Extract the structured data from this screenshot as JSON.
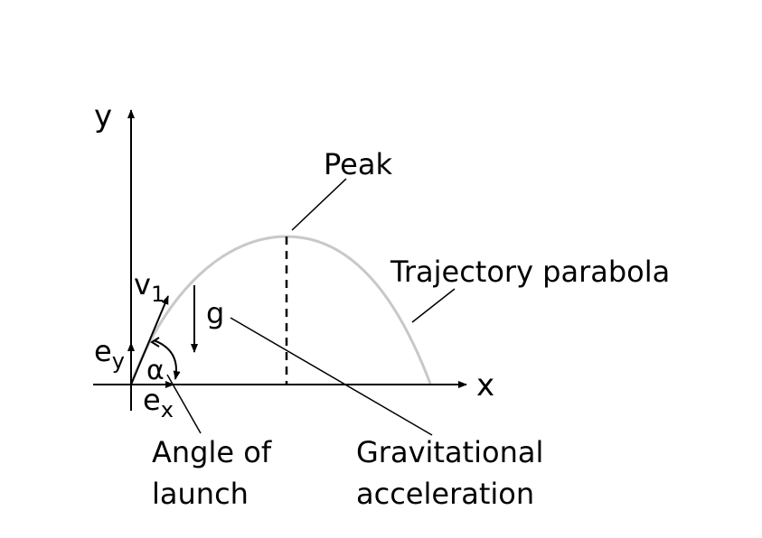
{
  "axes": {
    "x_label": "x",
    "y_label": "y"
  },
  "vectors": {
    "velocity": {
      "main": "v",
      "sub": "1"
    },
    "unit_x": {
      "main": "e",
      "sub": "x"
    },
    "unit_y": {
      "main": "e",
      "sub": "y"
    },
    "gravity": "g"
  },
  "angle_symbol": "α",
  "labels": {
    "peak": "Peak",
    "trajectory": "Trajectory parabola",
    "angle_line1": "Angle of",
    "angle_line2": "launch",
    "gravity_line1": "Gravitational",
    "gravity_line2": "acceleration"
  },
  "colors": {
    "trajectory": "#c8c8c8",
    "ink": "#000000"
  }
}
